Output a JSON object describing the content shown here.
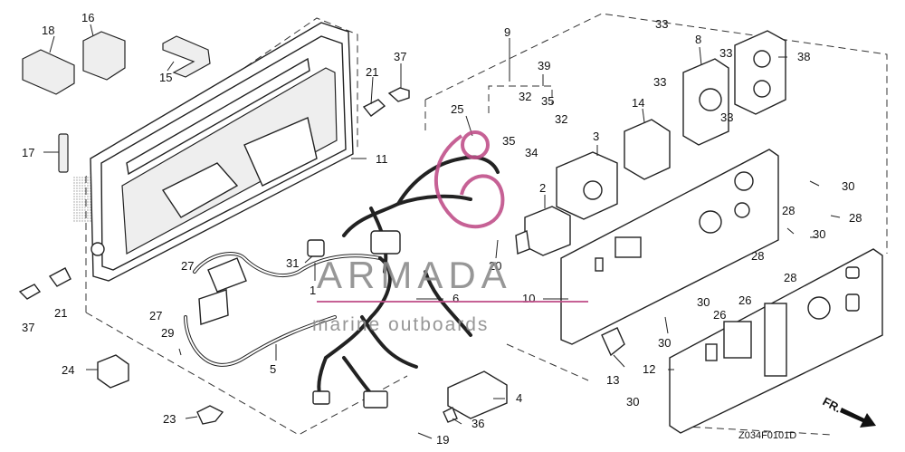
{
  "callouts": [
    "1",
    "2",
    "3",
    "4",
    "5",
    "6",
    "8",
    "9",
    "10",
    "11",
    "12",
    "13",
    "14",
    "15",
    "16",
    "17",
    "18",
    "19",
    "20",
    "21",
    "23",
    "24",
    "25",
    "26",
    "27",
    "28",
    "29",
    "30",
    "31",
    "32",
    "33",
    "34",
    "35",
    "36",
    "37",
    "38",
    "39"
  ],
  "drawing_code": "Z034F0101D",
  "direction_label": "FR.",
  "watermark": {
    "brand": "ARMADA",
    "tagline": "marine outboards",
    "color": "#c0508a"
  }
}
